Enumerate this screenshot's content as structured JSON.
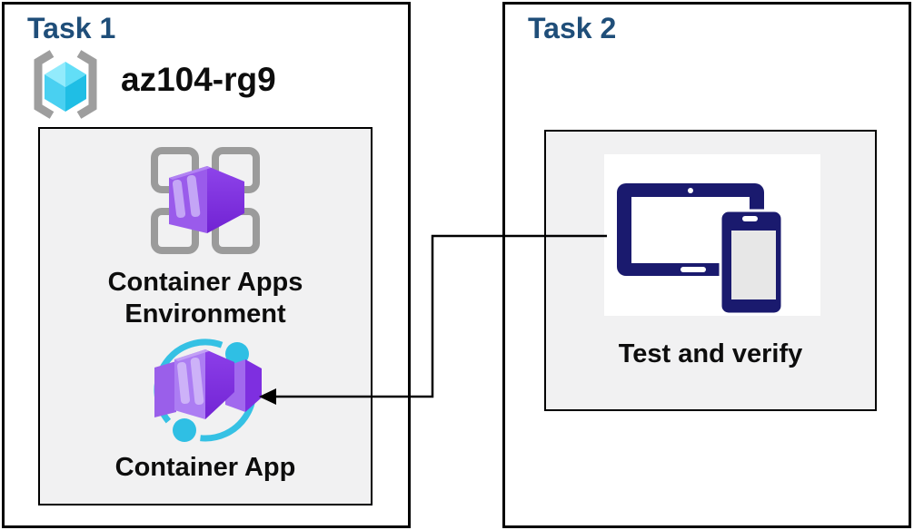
{
  "diagram": {
    "task1": {
      "title": "Task 1",
      "resource_group_name": "az104-rg9",
      "environment_label": "Container Apps Environment",
      "app_label": "Container App"
    },
    "task2": {
      "title": "Task 2",
      "item_label": "Test and verify"
    },
    "connector": {
      "from": "Test and verify",
      "to": "Container App",
      "style": "elbow-arrow-left"
    }
  },
  "icons": {
    "resource_group": "azure-resource-group-icon",
    "container_apps_environment": "container-apps-environment-icon",
    "container_app": "container-app-icon",
    "test_and_verify": "tablet-and-phone-icon"
  },
  "colors": {
    "task_title_text": "#1F4E79",
    "body_text": "#0D0D0D",
    "box_border": "#000000",
    "inner_box_fill": "#F1F1F2",
    "icon_gray": "#9B9B9B",
    "icon_cyan": "#35C1E4",
    "icon_purple": "#8636E8",
    "device_navy": "#1A1A6E"
  }
}
